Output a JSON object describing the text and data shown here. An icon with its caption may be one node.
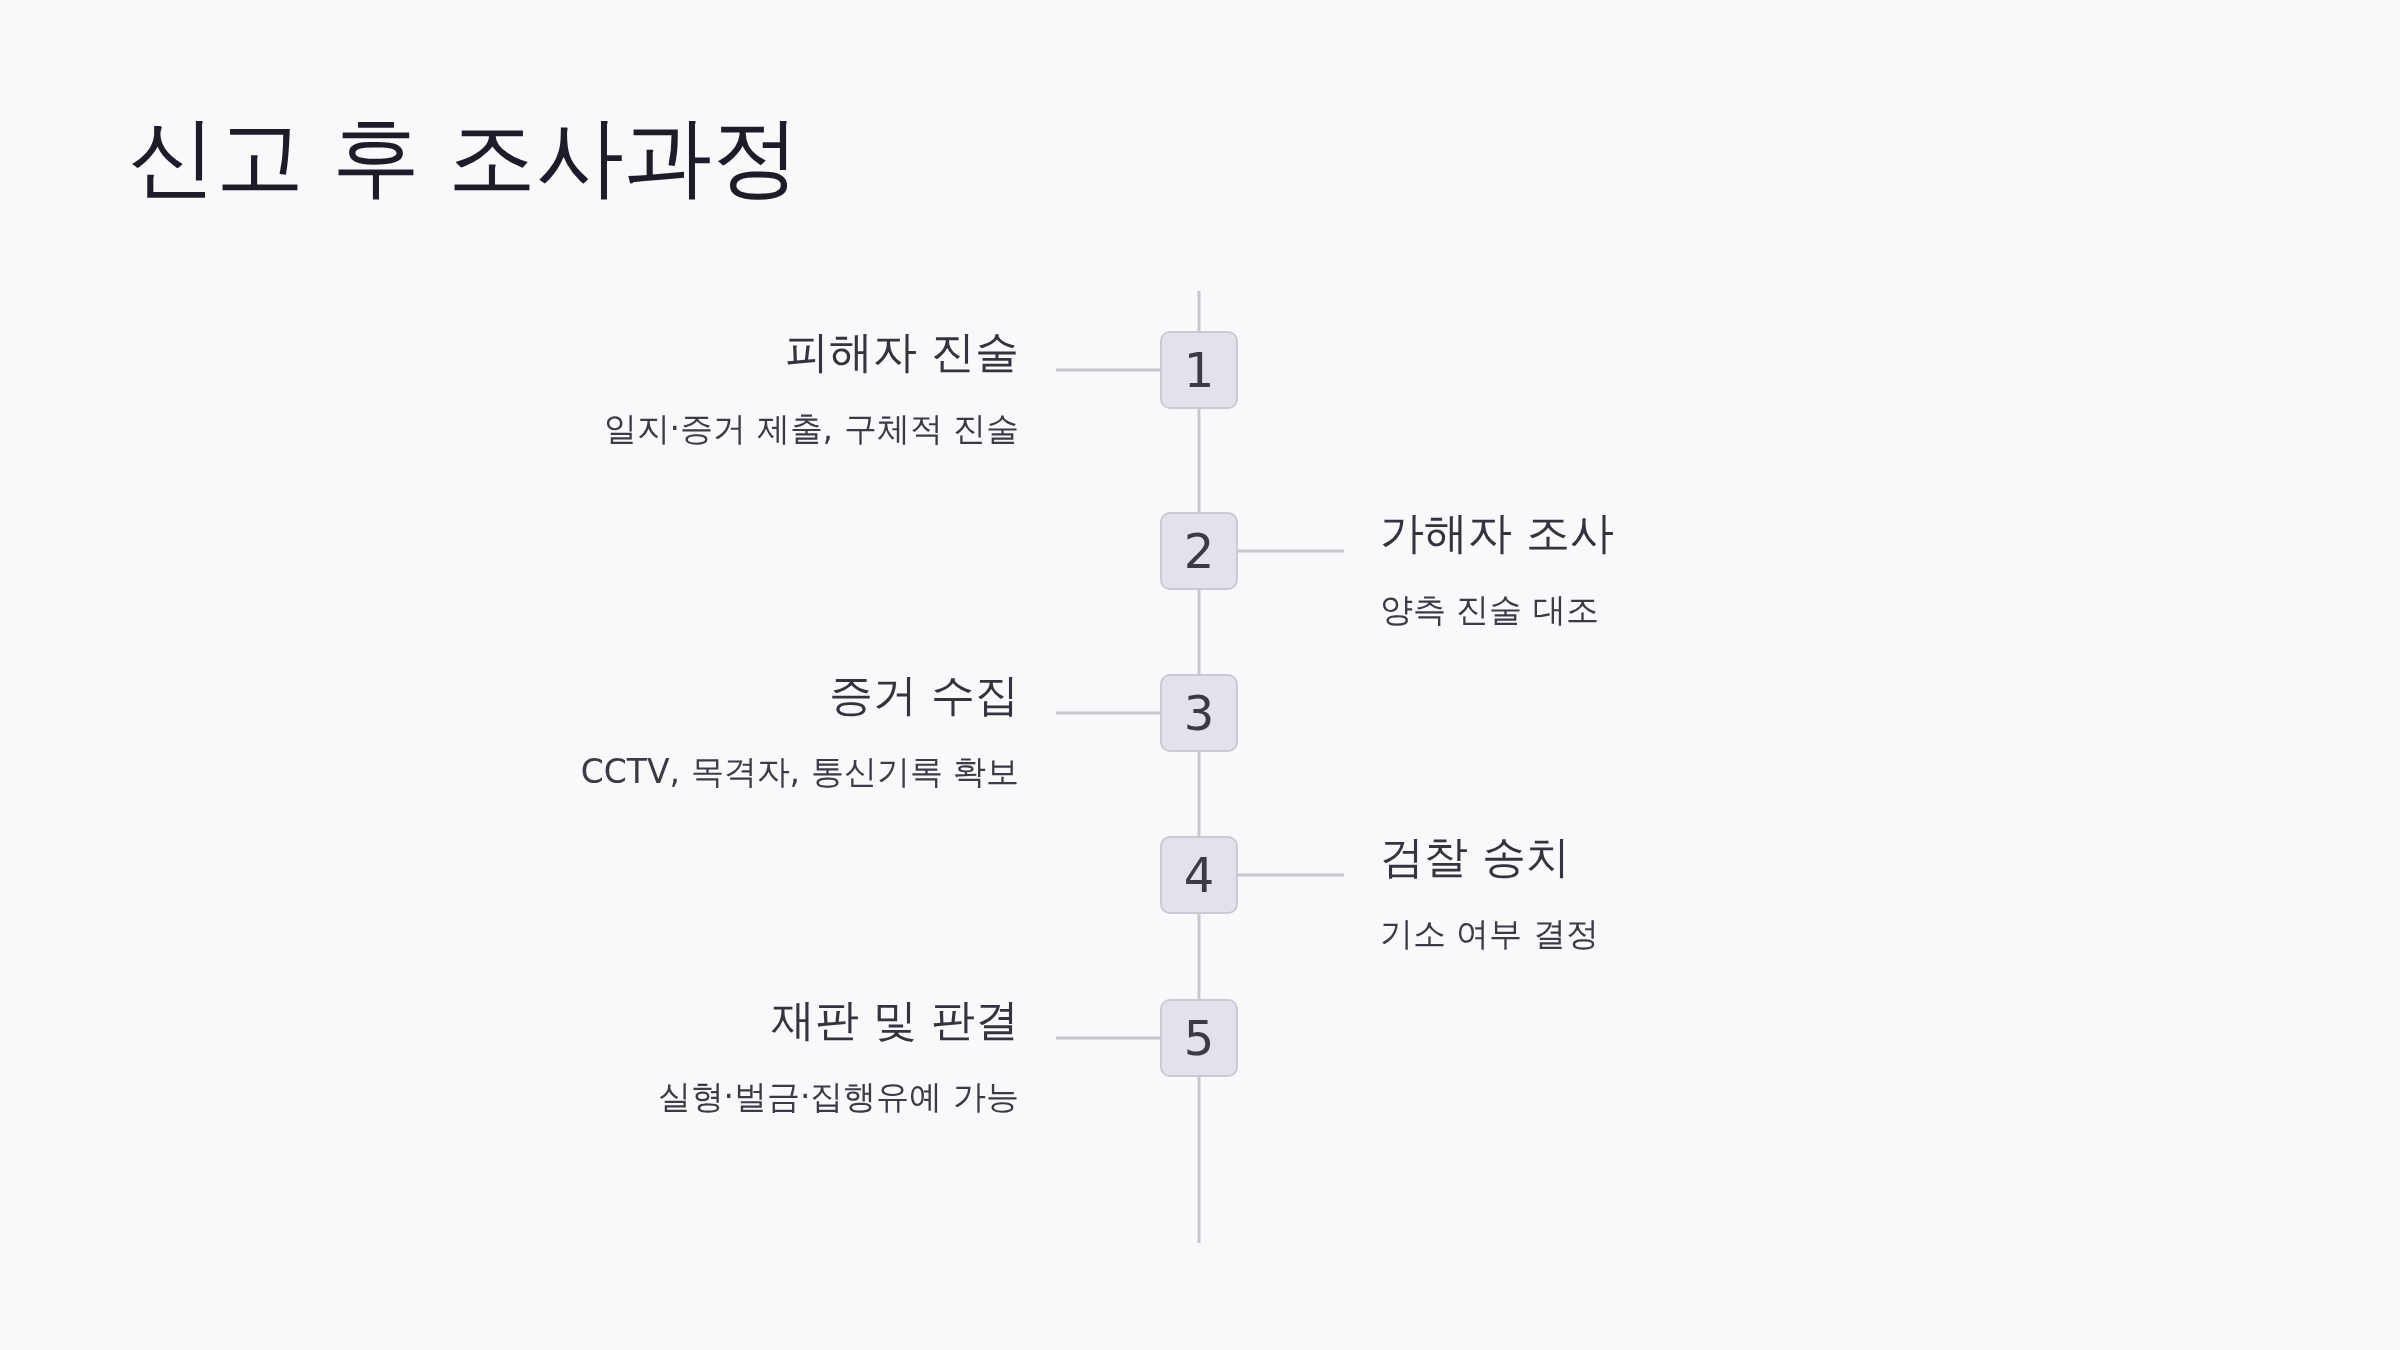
{
  "diagram": {
    "title": "신고 후 조사과정",
    "nodes": [
      {
        "text": [
          "피해자 진술",
          "일지·증거 제출, 구체적 진술"
        ]
      },
      {
        "text": [
          "1"
        ]
      },
      {
        "text": [
          "2"
        ]
      },
      {
        "text": [
          "가해자 조사",
          "양측 진술 대조"
        ]
      },
      {
        "text": [
          "증거 수집",
          "CCTV, 목격자, 통신기록 확보"
        ]
      },
      {
        "text": [
          "3"
        ]
      },
      {
        "text": [
          "4"
        ]
      },
      {
        "text": [
          "검찰 송치",
          "기소 여부 결정"
        ]
      },
      {
        "text": [
          "재판 및 판결",
          "실형·벌금·집행유예 가능"
        ]
      },
      {
        "text": [
          "5"
        ]
      }
    ],
    "edges": [
      {
        "from": null,
        "to": 1,
        "arrow": "none"
      },
      {
        "from": 1,
        "to": 2,
        "arrow": "none"
      },
      {
        "from": 2,
        "to": 5,
        "arrow": "none"
      },
      {
        "from": 5,
        "to": 6,
        "arrow": "none"
      },
      {
        "from": 6,
        "to": 9,
        "arrow": "none"
      },
      {
        "from": 9,
        "to": null,
        "arrow": "none"
      },
      {
        "from": 0,
        "to": 1,
        "arrow": "none"
      },
      {
        "from": 2,
        "to": 3,
        "arrow": "none"
      },
      {
        "from": 4,
        "to": 5,
        "arrow": "none"
      },
      {
        "from": 6,
        "to": 7,
        "arrow": "none"
      },
      {
        "from": 8,
        "to": 9,
        "arrow": "none"
      }
    ]
  }
}
